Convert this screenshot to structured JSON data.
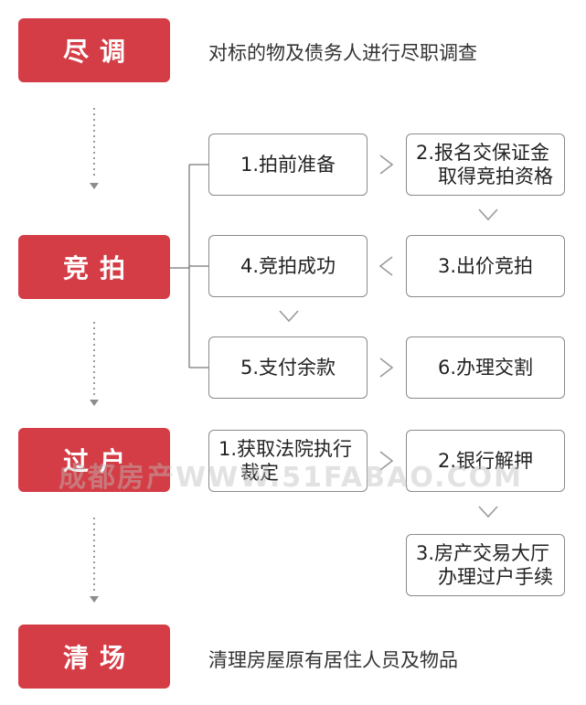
{
  "stages": [
    {
      "label": "尽调",
      "desc": "对标的物及债务人进行尽职调查"
    },
    {
      "label": "竞拍"
    },
    {
      "label": "过户"
    },
    {
      "label": "清场",
      "desc": "清理房屋原有居住人员及物品"
    }
  ],
  "auction_steps": {
    "s1": "1.拍前准备",
    "s2_l1": "2.报名交保证金",
    "s2_l2": "取得竞拍资格",
    "s3": "3.出价竞拍",
    "s4": "4.竞拍成功",
    "s5": "5.支付余款",
    "s6": "6.办理交割"
  },
  "transfer_steps": {
    "t1_l1": "1.获取法院执行",
    "t1_l2": "裁定",
    "t2": "2.银行解押",
    "t3_l1": "3.房产交易大厅",
    "t3_l2": "办理过户手续"
  },
  "watermark": "成都房产WWW.51FABAO.COM",
  "colors": {
    "stage": "#d43d45",
    "border": "#8a8a8a",
    "arrow": "#999999"
  }
}
